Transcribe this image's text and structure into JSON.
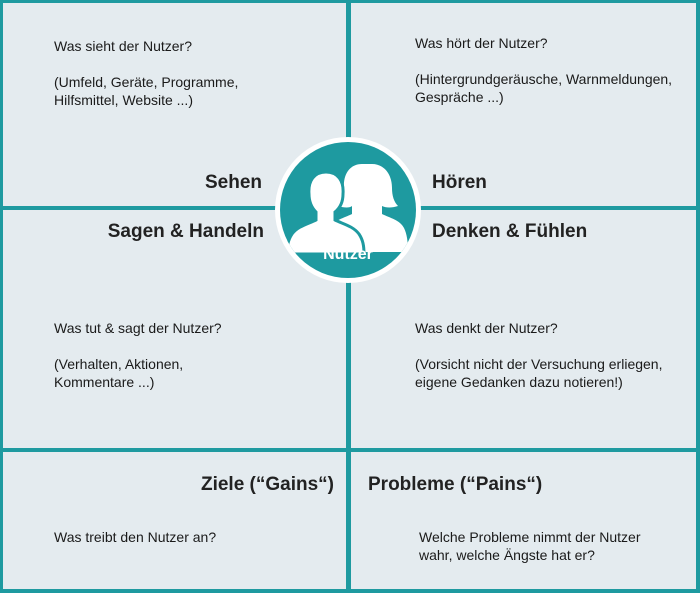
{
  "quadrants": {
    "sehen": {
      "heading": "Sehen",
      "question": "Was sieht der Nutzer?",
      "hint": "(Umfeld, Geräte, Programme,\nHilfsmittel, Website ...)"
    },
    "hoeren": {
      "heading": "Hören",
      "question": "Was hört der Nutzer?",
      "hint": "(Hintergrundgeräusche, Warnmeldungen,\nGespräche ...)"
    },
    "sagen": {
      "heading": "Sagen & Handeln",
      "question": "Was tut & sagt der Nutzer?",
      "hint": "(Verhalten, Aktionen,\nKommentare ...)"
    },
    "denken": {
      "heading": "Denken & Fühlen",
      "question": "Was denkt der Nutzer?",
      "hint": "(Vorsicht nicht der Versuchung erliegen,\neigene Gedanken dazu notieren!)"
    },
    "ziele": {
      "heading": "Ziele (“Gains“)",
      "question": "Was treibt den Nutzer an?"
    },
    "probleme": {
      "heading": "Probleme (“Pains“)",
      "question": "Welche Probleme nimmt der Nutzer\nwahr, welche Ängste hat er?"
    }
  },
  "center": {
    "label": "Nutzer",
    "icon": "two-persons-silhouette-icon"
  },
  "colors": {
    "accent": "#1e9aa0",
    "panel": "#e4ebef",
    "text": "#1a1a1a"
  }
}
